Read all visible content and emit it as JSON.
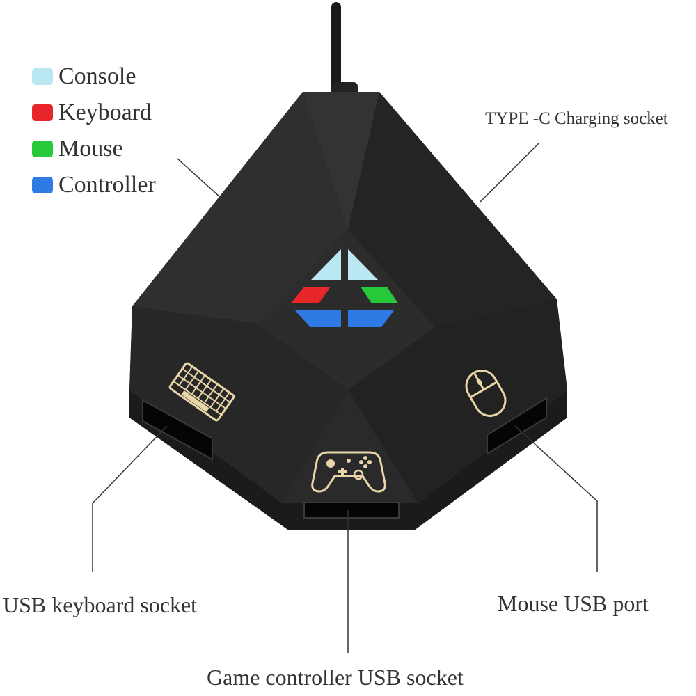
{
  "legend": [
    {
      "label": "Console",
      "color": "#b9e7f2"
    },
    {
      "label": "Keyboard",
      "color": "#e8262a"
    },
    {
      "label": "Mouse",
      "color": "#27c93a"
    },
    {
      "label": "Controller",
      "color": "#2e7be6"
    }
  ],
  "callouts": {
    "type_c": "TYPE -C Charging socket",
    "keyboard_socket": "USB keyboard socket",
    "mouse_port": "Mouse USB port",
    "controller_socket": "Game controller USB socket"
  },
  "colors": {
    "device_body": "#262626",
    "device_edge": "#151515",
    "icon_gold": "#e8d6a8",
    "leader_line": "#333333"
  }
}
